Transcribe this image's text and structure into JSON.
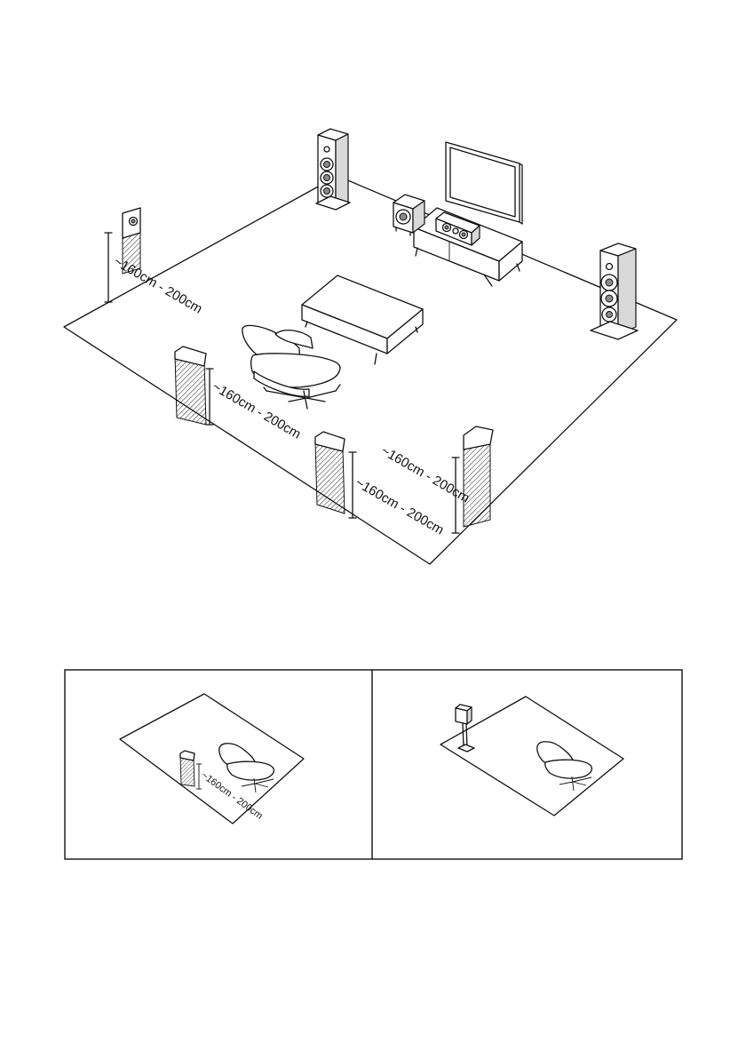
{
  "main": {
    "labels": {
      "back_left_height": "~160cm - 200cm",
      "left_surround_height": "~160cm - 200cm",
      "rear_center_height": "~160cm - 200cm",
      "right_rear_height": "~160cm - 200cm"
    }
  },
  "options": {
    "wall_mount": {
      "height_label": "~160cm - 200cm"
    }
  },
  "colors": {
    "line": "#111111",
    "fill": "#ffffff",
    "hatch": "#222222",
    "shade": "#d9d9d9"
  }
}
